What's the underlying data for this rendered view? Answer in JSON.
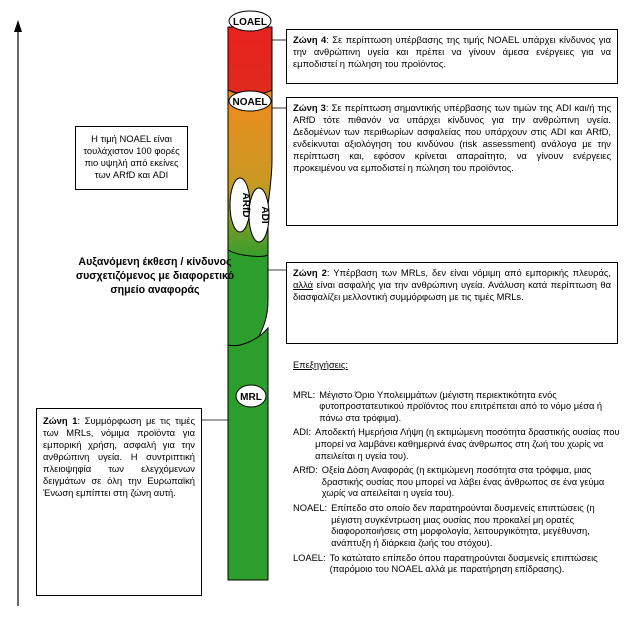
{
  "column_labels": {
    "loael": "LOAEL",
    "noael": "NOAEL",
    "arfd": "ARfD",
    "adi": "ADI",
    "mrl": "MRL"
  },
  "colors": {
    "red": "#e8231f",
    "orange": "#f08a1c",
    "green": "#2c9e2c",
    "dark_green": "#1f7a1f"
  },
  "noael_box": "Η τιμή NOAEL είναι τουλάχιστον 100 φορές πιο υψηλή από εκείνες των ARfD και ADI",
  "exposure_label": "Αυξανόμενη έκθεση / κίνδυνος συσχετιζόμενος με διαφορετικό σημείο αναφοράς",
  "zones": {
    "zone4": {
      "title": "Ζώνη 4",
      "text": ": Σε περίπτωση υπέρβασης της τιμής NOAEL υπάρχει κίνδυνος για την ανθρώπινη υγεία και πρέπει να γίνουν άμεσα ενέργειες για να εμποδιστεί η πώληση του προϊόντος."
    },
    "zone3": {
      "title": "Ζώνη 3",
      "text": ": Σε περίπτωση σημαντικής υπέρβασης των τιμών της ADI και/ή της ARfD τότε πιθανόν να υπάρχει κίνδυνος για την ανθρώπινη υγεία. Δεδομένων των περιθωρίων ασφαλείας που υπάρχουν στις ADI και ARfD, ενδείκνυται αξιολόγηση του κινδύνου (risk assessment) ανάλογα με την περίπτωση και, εφόσον κρίνεται απαραίτητο, να γίνουν ενέργειες προκειμένου να εμποδιστεί η πώληση του προϊόντος."
    },
    "zone2": {
      "title": "Ζώνη 2",
      "text_before": ": Υπέρβαση των MRLs, δεν είναι νόμιμη από εμπορικής πλευράς, ",
      "emph": "αλλά",
      "text_after": " είναι ασφαλής για την ανθρώπινη υγεία. Ανάλυση κατά περίπτωση θα διασφαλίζει μελλοντική συμμόρφωση με τις τιμές MRLs."
    },
    "zone1": {
      "title": "Ζώνη 1",
      "text": ": Συμμόρφωση με τις τιμές των MRLs, νόμιμα προϊόντα για εμπορική χρήση, ασφαλή για την ανθρώπινη υγεία. Η συντριπτική πλειοψηφία των ελεγχόμενων δειγμάτων σε όλη την Ευρωπαϊκή Ένωση εμπίπτει στη ζώνη αυτή."
    }
  },
  "notes": {
    "title": "Επεξηγήσεις:",
    "items": [
      {
        "term": "MRL:",
        "desc": "Μέγιστο Όριο Υπολειμμάτων (μέγιστη περιεκτικότητα ενός φυτοπροστατευτικού προϊόντος που επιτρέπεται από το νόμο μέσα ή πάνω στα τρόφιμα)."
      },
      {
        "term": "ADI:",
        "desc": "Αποδεκτή Ημερήσια Λήψη (η εκτιμώμενη ποσότητα δραστικής ουσίας που μπορεί να λαμβάνει καθημερινά ένας άνθρωπος στη ζωή του χωρίς να απειλείται η υγεία του)."
      },
      {
        "term": "ARfD:",
        "desc": "Οξεία Δόση Αναφοράς (η εκτιμώμενη ποσότητα στα τρόφιμα, μιας δραστικής ουσίας που μπορεί να λάβει ένας άνθρωπος σε ένα γεύμα χωρίς να απειλείται η υγεία του)."
      },
      {
        "term": "NOAEL:",
        "desc": "Επίπεδο στο οποίο δεν παρατηρούνται δυσμενείς επιπτώσεις (η μέγιστη συγκέντρωση μιας ουσίας που προκαλεί μη ορατές διαφοροποιήσεις στη μορφολογία, λειτουργικότητα, μεγέθυνση, ανάπτυξη ή διάρκεια ζωής του στόχου)."
      },
      {
        "term": "LOAEL:",
        "desc": "Το κατώτατο επίπεδο όπου παρατηρούνται δυσμενείς επιπτώσεις (παρόμοιο του NOAEL αλλά με παρατήρηση επίδρασης)."
      }
    ]
  }
}
